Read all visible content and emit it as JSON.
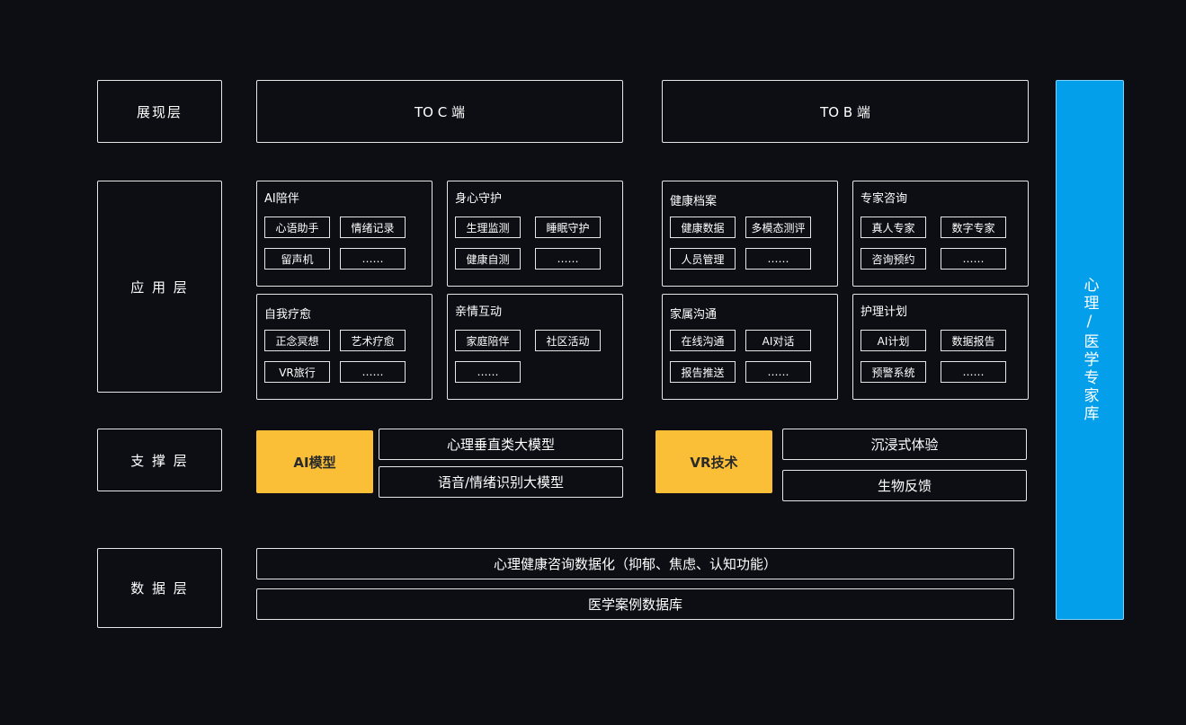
{
  "layers": {
    "presentation": "展现层",
    "application": "应 用 层",
    "support": "支 撑 层",
    "data": "数 据 层"
  },
  "presentation": {
    "toc": "TO C 端",
    "tob": "TO B 端"
  },
  "app_groups": [
    {
      "title": "AI陪伴",
      "items": [
        "心语助手",
        "情绪记录",
        "留声机",
        "……"
      ]
    },
    {
      "title": "身心守护",
      "items": [
        "生理监测",
        "睡眠守护",
        "健康自测",
        "……"
      ]
    },
    {
      "title": "自我疗愈",
      "items": [
        "正念冥想",
        "艺术疗愈",
        "VR旅行",
        "……"
      ]
    },
    {
      "title": "亲情互动",
      "items": [
        "家庭陪伴",
        "社区活动",
        "……"
      ]
    },
    {
      "title": "健康档案",
      "items": [
        "健康数据",
        "多模态测评",
        "人员管理",
        "……"
      ]
    },
    {
      "title": "专家咨询",
      "items": [
        "真人专家",
        "数字专家",
        "咨询预约",
        "……"
      ]
    },
    {
      "title": "家属沟通",
      "items": [
        "在线沟通",
        "AI对话",
        "报告推送",
        "……"
      ]
    },
    {
      "title": "护理计划",
      "items": [
        "AI计划",
        "数据报告",
        "预警系统",
        "……"
      ]
    }
  ],
  "support": {
    "ai_model": "AI模型",
    "ai_items": [
      "心理垂直类大模型",
      "语音/情绪识别大模型"
    ],
    "vr_tech": "VR技术",
    "vr_items": [
      "沉浸式体验",
      "生物反馈"
    ]
  },
  "data_layer": {
    "items": [
      "心理健康咨询数据化（抑郁、焦虑、认知功能）",
      "医学案例数据库"
    ]
  },
  "sidebar": {
    "label": "心理/医学专家库"
  },
  "colors": {
    "background": "#0d0e14",
    "accent_yellow": "#fbbf37",
    "accent_blue": "#049fea",
    "border": "#e6e6e6"
  }
}
